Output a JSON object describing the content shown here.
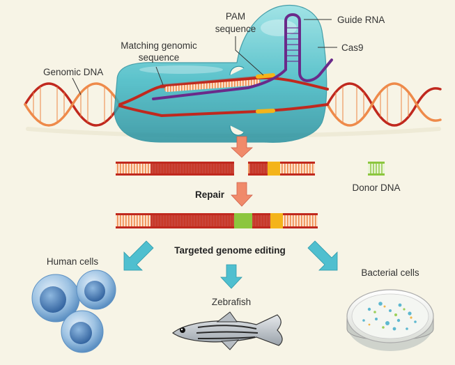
{
  "labels": {
    "genomic_dna": "Genomic DNA",
    "matching_line1": "Matching genomic",
    "matching_line2": "sequence",
    "pam_line1": "PAM",
    "pam_line2": "sequence",
    "guide_rna": "Guide RNA",
    "cas9": "Cas9",
    "repair": "Repair",
    "donor_dna": "Donor DNA",
    "targeted": "Targeted genome editing",
    "human_cells": "Human cells",
    "zebrafish": "Zebrafish",
    "bacterial_cells": "Bacterial cells"
  },
  "colors": {
    "background": "#f7f4e6",
    "dna_strand": "#c0281e",
    "dna_rung": "#ee8a4a",
    "cas9_protein": "#3ab8c6",
    "guide_rna": "#6a2a8a",
    "pam": "#f4b41a",
    "donor": "#8cc63e",
    "arrow_orange": "#f08a6a",
    "arrow_teal": "#4fbfcf"
  }
}
